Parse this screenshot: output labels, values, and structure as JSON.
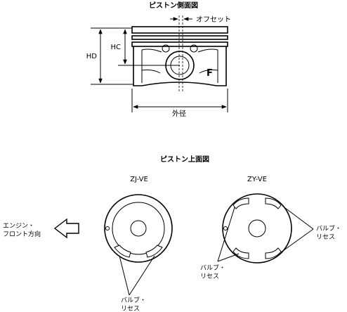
{
  "side_view": {
    "title": "ピストン側面図",
    "offset_label": "オフセット",
    "hd_label": "HD",
    "hc_label": "HC",
    "front_mark": "F",
    "diameter_label": "外径"
  },
  "top_view": {
    "title": "ピストン上面図",
    "left_model": "ZJ-VE",
    "right_model": "ZY-VE",
    "front_line1": "エンジン・",
    "front_line2": "フロント方向",
    "valve_line1": "バルブ・",
    "valve_line2": "リセス"
  }
}
